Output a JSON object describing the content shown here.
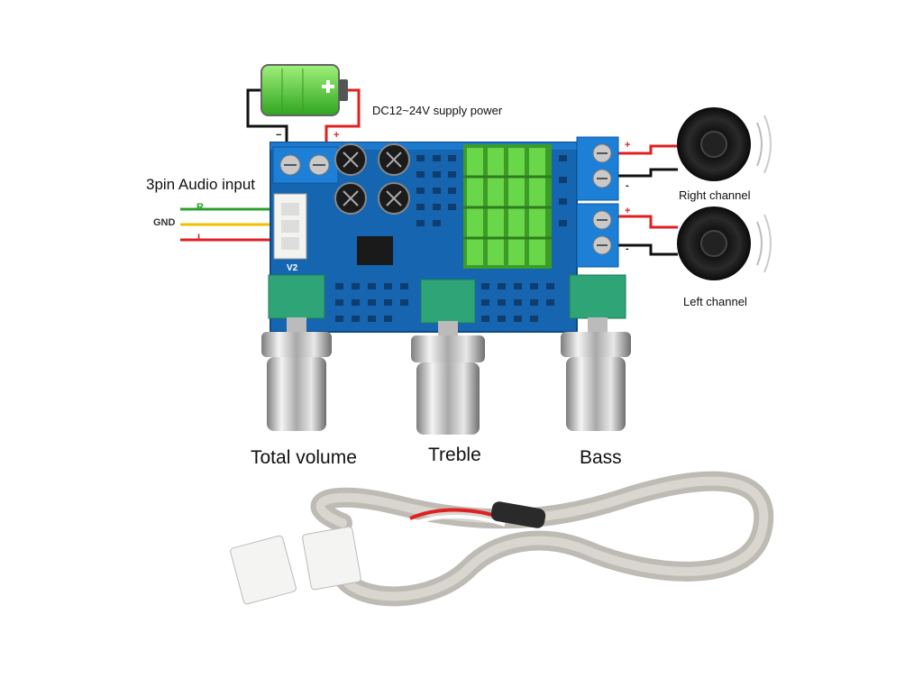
{
  "power": {
    "label": "DC12~24V supply power",
    "minus": "−",
    "plus": "+",
    "battery_color": "#4fc83a"
  },
  "audio_input": {
    "label": "3pin Audio input",
    "pins": {
      "r": "R",
      "gnd": "GND",
      "l": "L"
    },
    "wire_colors": {
      "r": "#2aa12a",
      "gnd": "#f0c000",
      "l": "#e02020"
    }
  },
  "board": {
    "silkscreen": "V2",
    "pcb_color": "#1565b0",
    "heatsink_color": "#55c23a"
  },
  "speakers": {
    "right_label": "Right channel",
    "left_label": "Left channel",
    "plus": "+",
    "minus": "-"
  },
  "controls": {
    "volume_label": "Total volume",
    "treble_label": "Treble",
    "bass_label": "Bass"
  },
  "cable": {
    "jacket_color": "#c9c7c0"
  }
}
